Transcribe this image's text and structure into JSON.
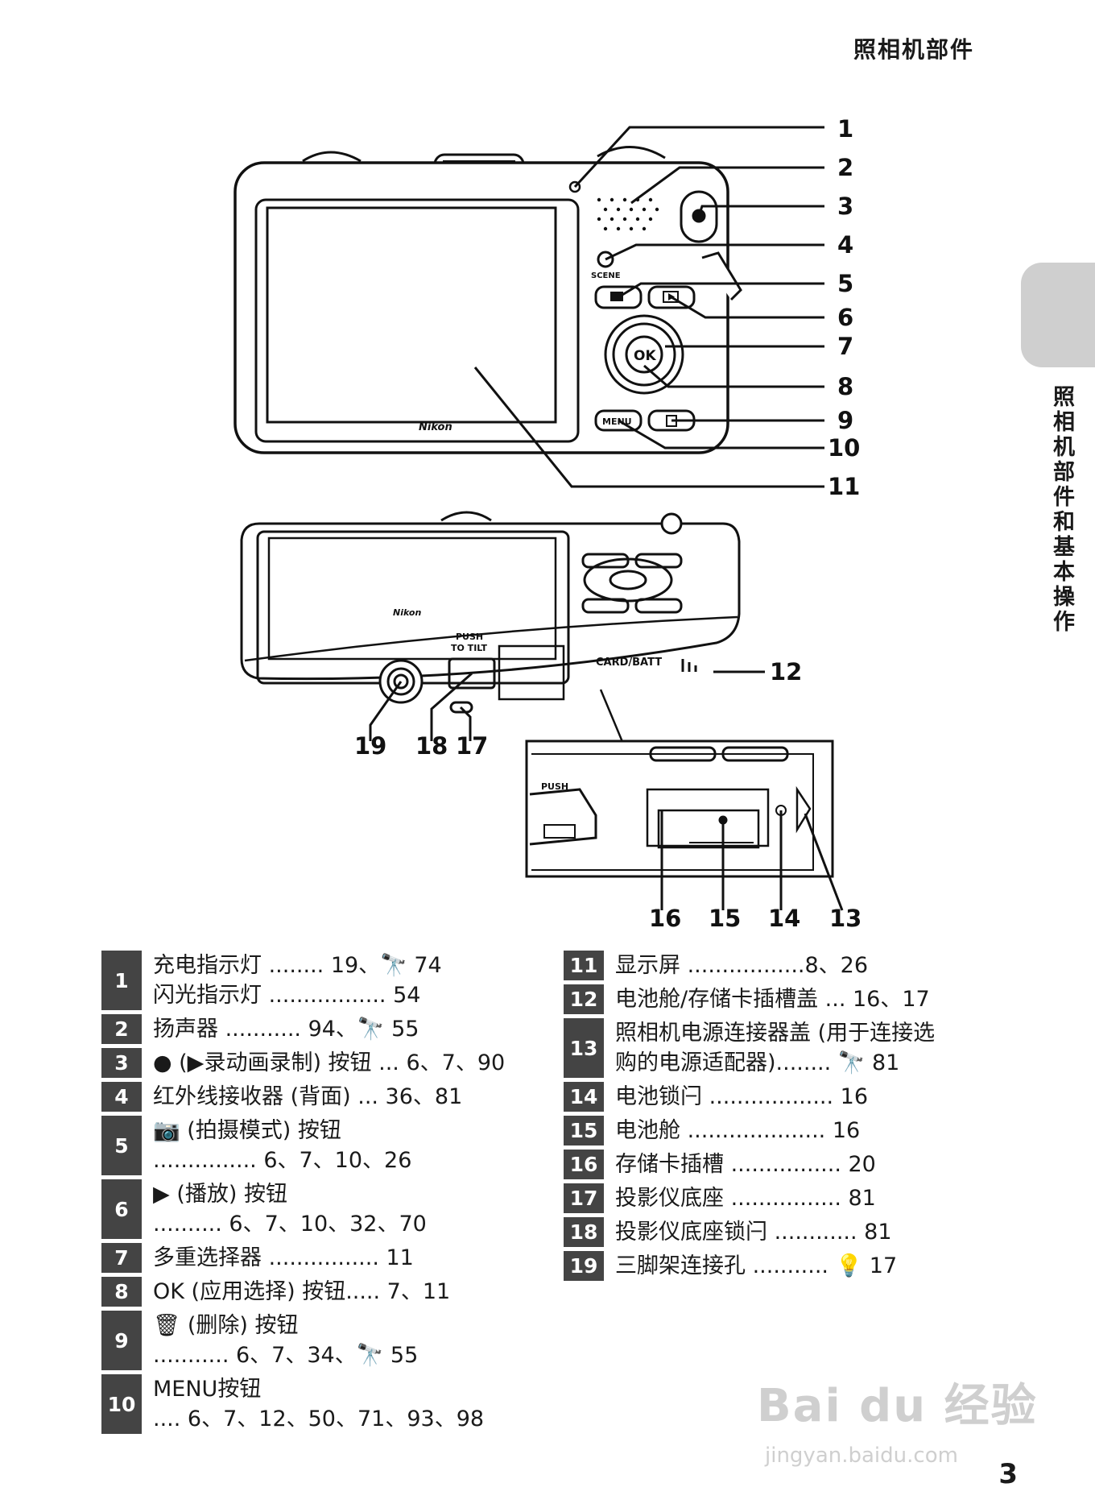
{
  "header": {
    "title": "照相机部件"
  },
  "side_tab": {
    "label": "照相机部件和基本操作"
  },
  "figure_top": {
    "brand": "Nikon",
    "callouts": [
      "1",
      "2",
      "3",
      "4",
      "5",
      "6",
      "7",
      "8",
      "9",
      "10",
      "11"
    ],
    "button_labels": {
      "scene": "SCENE",
      "menu": "MENU",
      "ok": "OK"
    }
  },
  "figure_bottom": {
    "brand": "Nikon",
    "push_to_tilt_1": "PUSH",
    "push_to_tilt_2": "TO TILT",
    "card_batt": "CARD/BATT",
    "push": "PUSH",
    "callouts": [
      "12",
      "19",
      "18",
      "17"
    ]
  },
  "figure_inset": {
    "callouts": [
      "16",
      "15",
      "14",
      "13"
    ]
  },
  "parts_left": [
    {
      "num": "1",
      "lines": [
        "充电指示灯 ........ 19、🔭 74",
        "闪光指示灯 ................. 54"
      ]
    },
    {
      "num": "2",
      "lines": [
        "扬声器 ........... 94、🔭 55"
      ]
    },
    {
      "num": "3",
      "lines": [
        "● (▶录动画录制) 按钮 ... 6、7、90"
      ]
    },
    {
      "num": "4",
      "lines": [
        "红外线接收器 (背面) ... 36、81"
      ]
    },
    {
      "num": "5",
      "lines": [
        "📷 (拍摄模式) 按钮",
        "............... 6、7、10、26"
      ]
    },
    {
      "num": "6",
      "lines": [
        "▶ (播放) 按钮",
        ".......... 6、7、10、32、70"
      ]
    },
    {
      "num": "7",
      "lines": [
        "多重选择器 ................ 11"
      ]
    },
    {
      "num": "8",
      "lines": [
        "OK (应用选择) 按钮..... 7、11"
      ]
    },
    {
      "num": "9",
      "lines": [
        "🗑 (删除) 按钮",
        "........... 6、7、34、🔭 55"
      ]
    },
    {
      "num": "10",
      "lines": [
        "MENU按钮",
        ".... 6、7、12、50、71、93、98"
      ]
    }
  ],
  "parts_right": [
    {
      "num": "11",
      "lines": [
        "显示屏 .................8、26"
      ]
    },
    {
      "num": "12",
      "lines": [
        "电池舱/存储卡插槽盖 ... 16、17"
      ]
    },
    {
      "num": "13",
      "lines": [
        "照相机电源连接器盖 (用于连接选",
        "购的电源适配器)........ 🔭 81"
      ]
    },
    {
      "num": "14",
      "lines": [
        "电池锁闩 .................. 16"
      ]
    },
    {
      "num": "15",
      "lines": [
        "电池舱 .................... 16"
      ]
    },
    {
      "num": "16",
      "lines": [
        "存储卡插槽 ................ 20"
      ]
    },
    {
      "num": "17",
      "lines": [
        "投影仪底座 ................ 81"
      ]
    },
    {
      "num": "18",
      "lines": [
        "投影仪底座锁闩 ............ 81"
      ]
    },
    {
      "num": "19",
      "lines": [
        "三脚架连接孔 ........... 💡 17"
      ]
    }
  ],
  "page_number": "3",
  "watermark": {
    "brand": "Bai du 经验",
    "url": "jingyan.baidu.com"
  }
}
